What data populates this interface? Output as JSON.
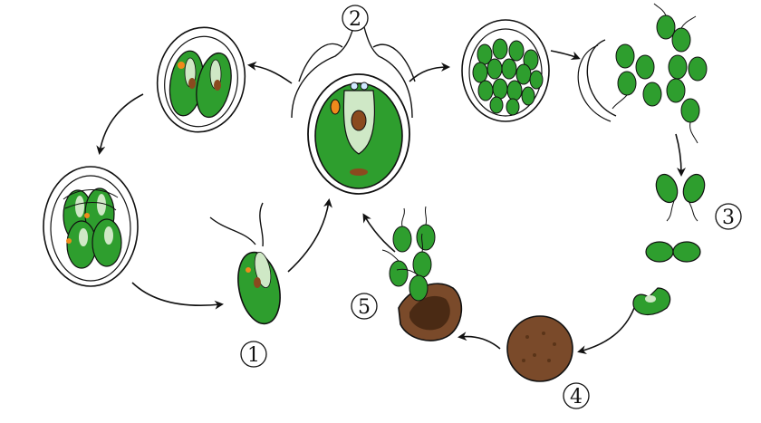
{
  "stage_labels": {
    "s1": "1",
    "s2": "2",
    "s3": "3",
    "s4": "4",
    "s5": "5"
  },
  "colors": {
    "cell_green": "#2e9e2e",
    "cell_dark_green": "#1d6e1d",
    "chloroplast_light": "#cfe8c6",
    "eyespot_orange": "#f08a1c",
    "pyrenoid_brown": "#8a4a1e",
    "zygote_brown": "#7a4a2a",
    "outline": "#111111"
  },
  "icons": {
    "arrow": "arrow-icon",
    "cell": "chlamydomonas-cell-icon",
    "zygote": "zygospore-icon"
  }
}
